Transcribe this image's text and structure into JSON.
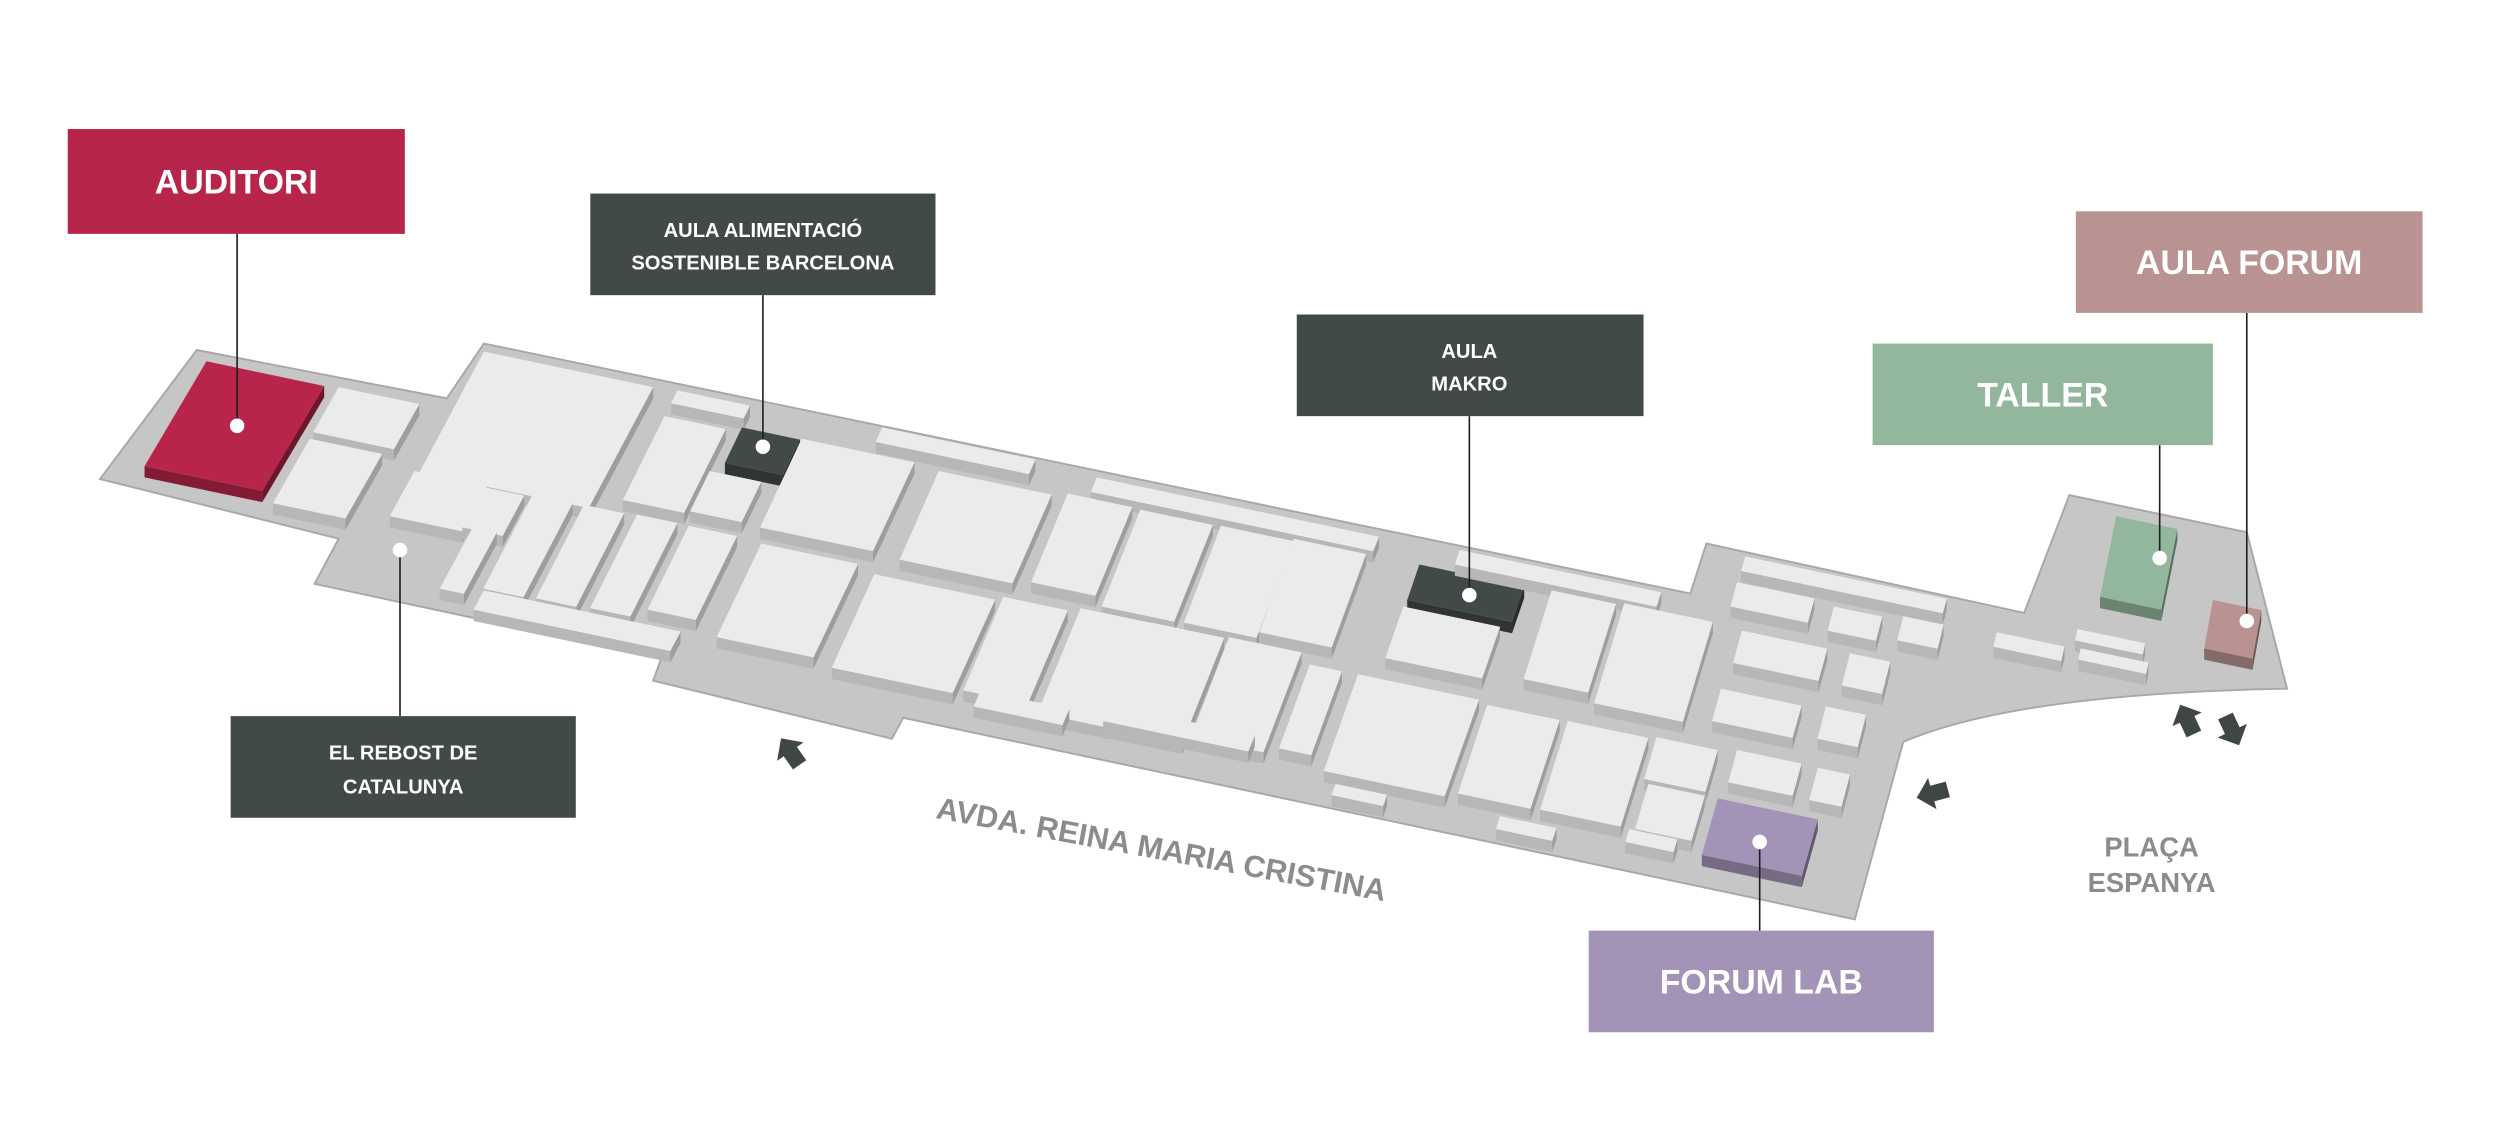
{
  "venues": {
    "auditori": {
      "label": "AUDITORI",
      "color": "#b8254a"
    },
    "aula_alimentacio": {
      "line1": "AULA ALIMENTACIÓ",
      "line2": "SOSTENIBLE BARCELONA",
      "color": "#424a48"
    },
    "aula_makro": {
      "line1": "AULA",
      "line2": "MAKRO",
      "color": "#424a48"
    },
    "el_rebost": {
      "line1": "EL REBOST DE",
      "line2": "CATALUNYA",
      "color": "#424a48"
    },
    "aula_forum": {
      "label": "AULA FORUM",
      "color": "#b89391"
    },
    "taller": {
      "label": "TALLER",
      "color": "#93b79c"
    },
    "forum_lab": {
      "label": "FORUM LAB",
      "color": "#a394b7"
    }
  },
  "streets": {
    "avenue": "AVDA. REINA MARIA CRISTINA",
    "plaza_line1": "PLAÇA",
    "plaza_line2": "ESPANYA"
  },
  "icons": [
    "entrance-arrow-icon",
    "exit-arrow-icon"
  ]
}
